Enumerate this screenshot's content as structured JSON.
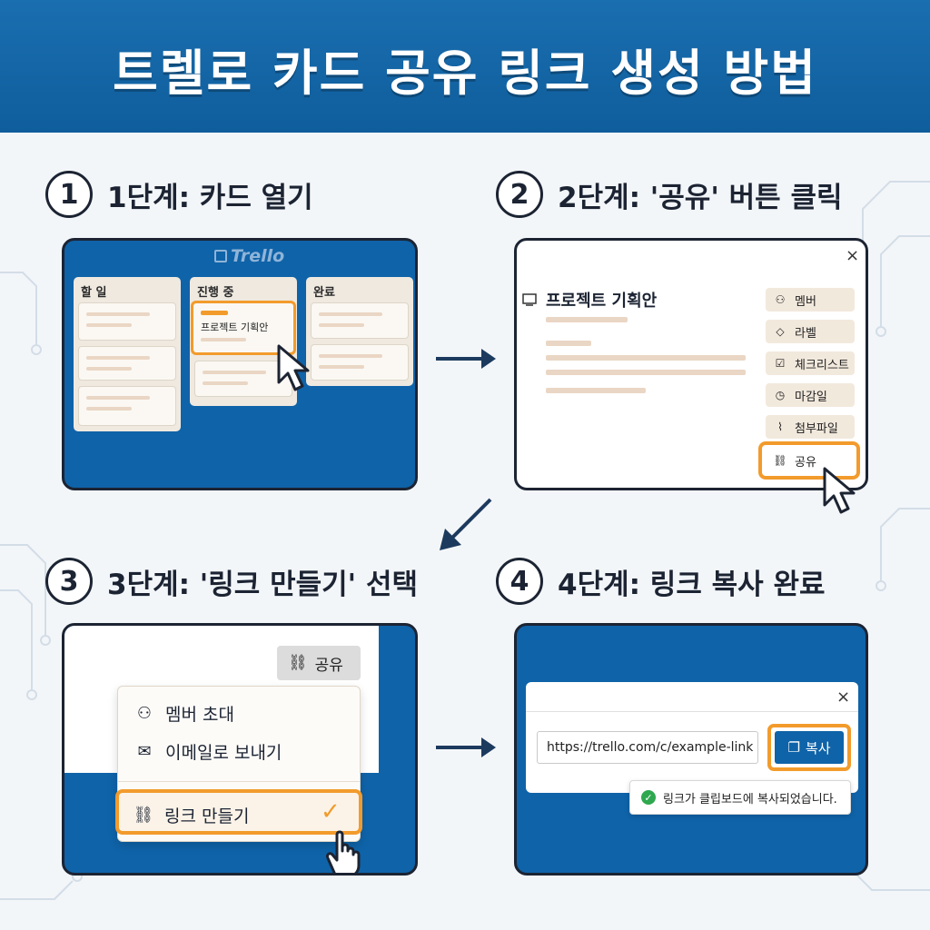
{
  "header": {
    "title": "트렐로 카드 공유 링크 생성 방법"
  },
  "steps": [
    {
      "number": "1",
      "title": "1단계: 카드 열기"
    },
    {
      "number": "2",
      "title": "2단계: '공유' 버튼 클릭"
    },
    {
      "number": "3",
      "title": "3단계: '링크 만들기' 선택"
    },
    {
      "number": "4",
      "title": "4단계: 링크 복사 완료"
    }
  ],
  "board": {
    "logo": "Trello",
    "lists": [
      {
        "title": "할 일"
      },
      {
        "title": "진행 중"
      },
      {
        "title": "완료"
      }
    ],
    "highlighted_card": "프로젝트 기획안"
  },
  "card_detail": {
    "close": "×",
    "title": "프로젝트 기획안",
    "sidebar": [
      {
        "label": "멤버",
        "icon": "user-icon"
      },
      {
        "label": "라벨",
        "icon": "tag-icon"
      },
      {
        "label": "체크리스트",
        "icon": "checkbox-icon"
      },
      {
        "label": "마감일",
        "icon": "clock-icon"
      },
      {
        "label": "첨부파일",
        "icon": "paperclip-icon"
      },
      {
        "label": "공유",
        "icon": "link-icon"
      }
    ]
  },
  "share_menu": {
    "share_button": "공유",
    "items": [
      {
        "label": "멤버 초대",
        "icon": "users-icon"
      },
      {
        "label": "이메일로 보내기",
        "icon": "mail-icon"
      },
      {
        "label": "링크 만들기",
        "icon": "link-icon"
      }
    ]
  },
  "copy_dialog": {
    "close": "×",
    "url": "https://trello.com/c/example-link",
    "copy_button": "복사",
    "toast": "링크가 클립보드에 복사되었습니다."
  },
  "colors": {
    "brand_blue": "#0f63a8",
    "highlight_orange": "#f29b2c",
    "success_green": "#2fa84f"
  }
}
